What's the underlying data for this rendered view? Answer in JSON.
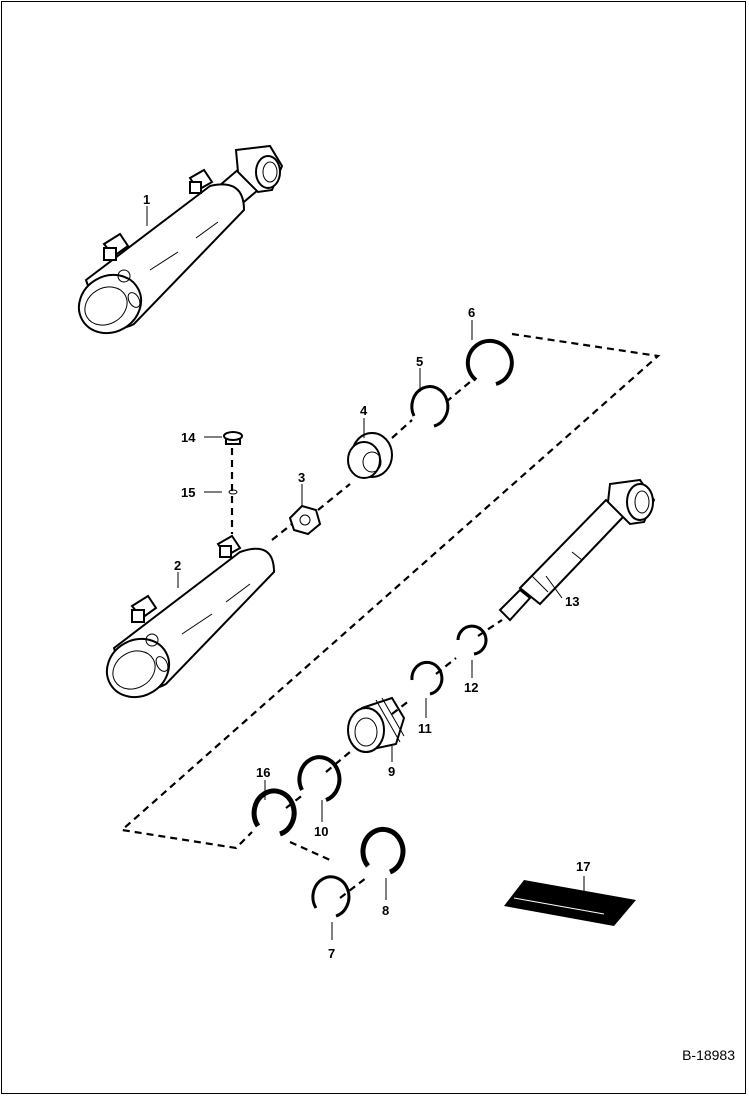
{
  "figure_ref": "B-18983",
  "callouts": {
    "c1": "1",
    "c2": "2",
    "c3": "3",
    "c4": "4",
    "c5": "5",
    "c6": "6",
    "c7": "7",
    "c8": "8",
    "c9": "9",
    "c10": "10",
    "c11": "11",
    "c12": "12",
    "c13": "13",
    "c14": "14",
    "c15": "15",
    "c16": "16",
    "c17": "17"
  }
}
